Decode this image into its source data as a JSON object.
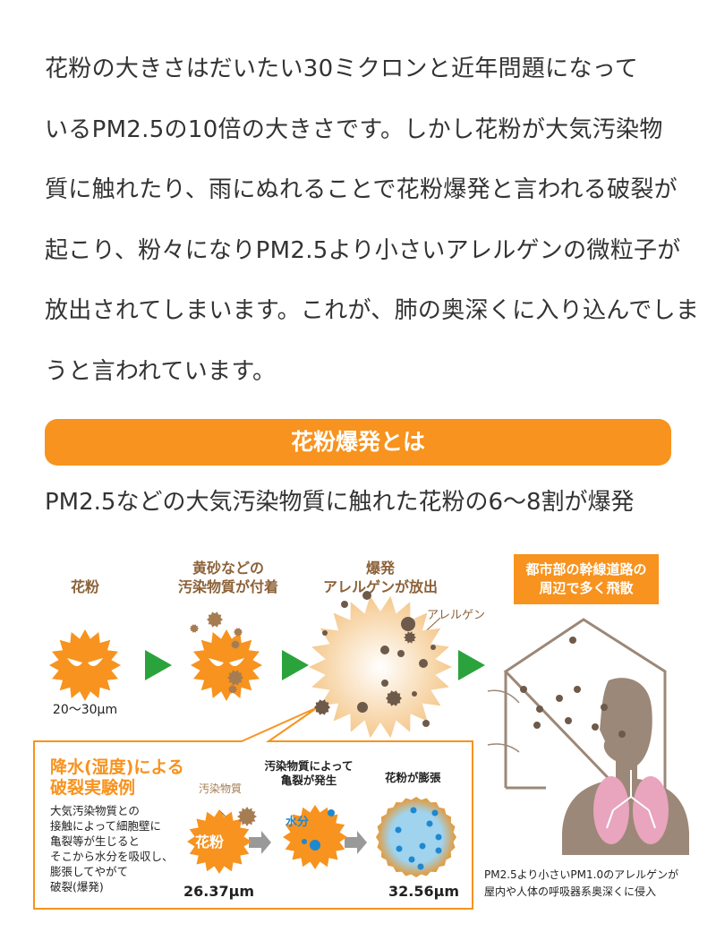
{
  "paragraph": [
    "花粉の大きさはだいたい30ミクロンと近年問題になって",
    "いるPM2.5の10倍の大きさです。しかし花粉が大気汚染物",
    "質に触れたり、雨にぬれることで花粉爆発と言われる破裂が",
    "起こり、粉々になりPM2.5より小さいアレルゲンの微粒子が",
    "放出されてしまいます。これが、肺の奥深くに入り込んでしま",
    "うと言われています。"
  ],
  "banner": "花粉爆発とは",
  "subtitle": "PM2.5などの大気汚染物質に触れた花粉の6～8割が爆発",
  "diagram": {
    "step1": "花粉",
    "step2": [
      "黄砂などの",
      "汚染物質が付着"
    ],
    "step3": [
      "爆発",
      "アレルゲンが放出"
    ],
    "step4": [
      "都市部の幹線道路の",
      "周辺で多く飛散"
    ],
    "allergen_label": "アレルゲン",
    "size1": "20～30μm",
    "experiment_title": [
      "降水(湿度)による",
      "破裂実験例"
    ],
    "experiment_desc": [
      "大気汚染物質との",
      "接触によって細胞壁に",
      "亀裂等が生じると",
      "そこから水分を吸収し、",
      "膨張してやがて",
      "破裂(爆発)"
    ],
    "pollutant_label": "汚染物質",
    "pollen_label": "花粉",
    "crack_label": [
      "汚染物質によって",
      "亀裂が発生"
    ],
    "water_label": "水分",
    "swell_label": "花粉が膨張",
    "size2": "26.37μm",
    "size3": "32.56μm",
    "caption": [
      "PM2.5より小さいPM1.0のアレルゲンが",
      "屋内や人体の呼吸器系奥深くに侵入"
    ]
  },
  "colors": {
    "orange": "#f7931e",
    "green": "#2aa33c",
    "brown": "#8c6239",
    "house": "#9c8878"
  }
}
